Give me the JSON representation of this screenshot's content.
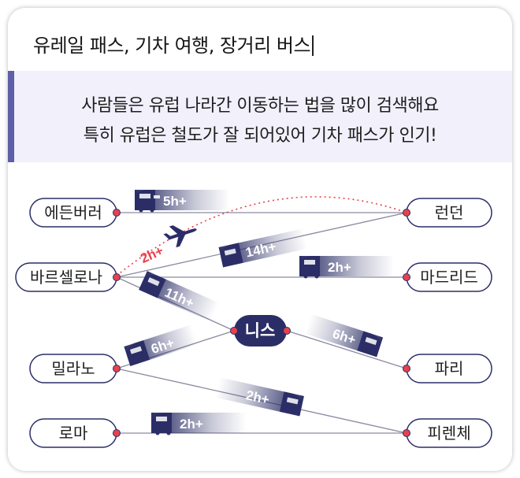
{
  "title": "유레일 패스, 기차 여행, 장거리 버스",
  "description": {
    "line1": "사람들은 유럽 나라간 이동하는 법을 많이 검색해요",
    "line2": "특히 유럽은 철도가 잘 되어있어 기차 패스가 인기!"
  },
  "colors": {
    "accent": "#5e5fa8",
    "banner_bg": "#f1f0fb",
    "node_dot": "#e8414c",
    "flight_path": "#e8414c",
    "hub_fill": "#2b2e66",
    "train": "#2b2e66"
  },
  "cities": {
    "edinburgh": "에든버러",
    "london": "런던",
    "barcelona": "바르셀로나",
    "madrid": "마드리드",
    "nice": "니스",
    "milan": "밀라노",
    "paris": "파리",
    "rome": "로마",
    "florence": "피렌체"
  },
  "routes": [
    {
      "from": "edinburgh",
      "to": "london",
      "mode": "train",
      "duration": "5h+"
    },
    {
      "from": "barcelona",
      "to": "london",
      "mode": "train",
      "duration": "14h+"
    },
    {
      "from": "barcelona",
      "to": "london",
      "mode": "flight",
      "duration": "2h+",
      "icon": "airplane-icon"
    },
    {
      "from": "barcelona",
      "to": "madrid",
      "mode": "train",
      "duration": "2h+"
    },
    {
      "from": "barcelona",
      "to": "nice",
      "mode": "train",
      "duration": "11h+"
    },
    {
      "from": "milan",
      "to": "nice",
      "mode": "train",
      "duration": "6h+"
    },
    {
      "from": "nice",
      "to": "paris",
      "mode": "train",
      "duration": "6h+"
    },
    {
      "from": "milan",
      "to": "florence",
      "mode": "train",
      "duration": "2h+"
    },
    {
      "from": "rome",
      "to": "florence",
      "mode": "train",
      "duration": "2h+"
    }
  ]
}
